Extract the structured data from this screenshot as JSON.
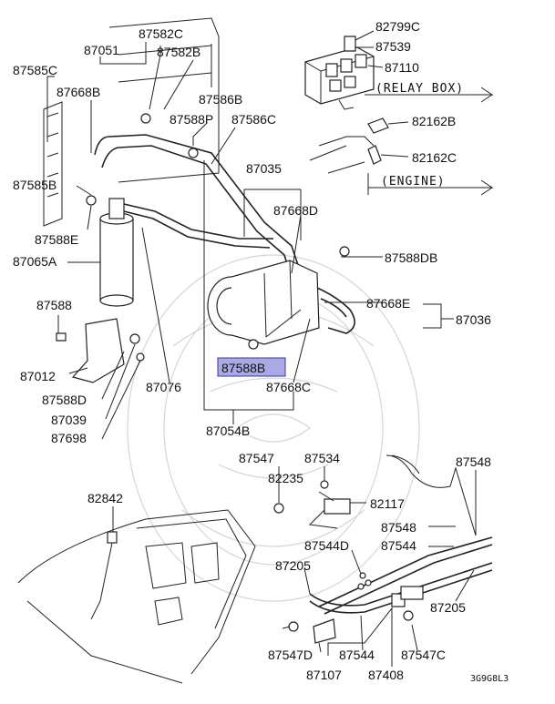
{
  "labels": {
    "p82799C": "82799C",
    "p87539": "87539",
    "p87110": "87110",
    "relay_box": "(RELAY BOX)",
    "p82162B": "82162B",
    "p82162C": "82162C",
    "engine": "(ENGINE)",
    "p87582C": "87582C",
    "p87051": "87051",
    "p87582B": "87582B",
    "p87585C": "87585C",
    "p87668B": "87668B",
    "p87586B": "87586B",
    "p87588P": "87588P",
    "p87586C": "87586C",
    "p87035": "87035",
    "p87585B": "87585B",
    "p87668D": "87668D",
    "p87588E": "87588E",
    "p87065A": "87065A",
    "p87588DB": "87588DB",
    "p87588": "87588",
    "p87668E": "87668E",
    "p87036": "87036",
    "p87588B": "87588B",
    "p87012": "87012",
    "p87076": "87076",
    "p87668C": "87668C",
    "p87588D": "87588D",
    "p87039": "87039",
    "p87054B": "87054B",
    "p87698": "87698",
    "p87547": "87547",
    "p87534": "87534",
    "p87548_top": "87548",
    "p82235": "82235",
    "p82117": "82117",
    "p82842": "82842",
    "p87548_mid": "87548",
    "p87544D": "87544D",
    "p87544_right": "87544",
    "p87205_left": "87205",
    "p87205_right": "87205",
    "p87547D": "87547D",
    "p87544_bottom": "87544",
    "p87547C": "87547C",
    "p87107": "87107",
    "p87408": "87408",
    "diagram_code": "3G9G8L3"
  },
  "highlight": {
    "part": "87588B",
    "fill": "#a9a9e8",
    "border": "#3a3a9a"
  }
}
